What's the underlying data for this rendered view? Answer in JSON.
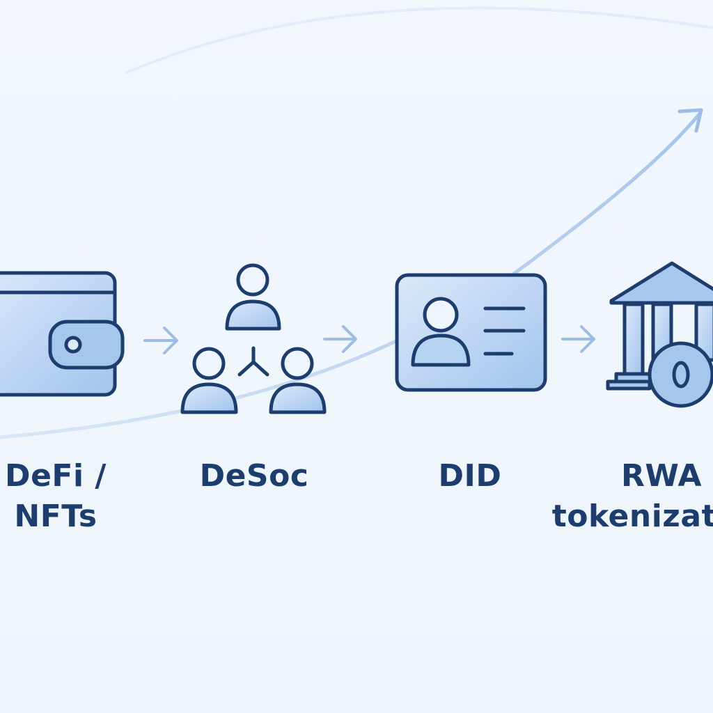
{
  "stages": [
    {
      "id": "defi",
      "lines": [
        "DeFi /",
        "NFTs"
      ],
      "icon": "wallet-icon"
    },
    {
      "id": "desoc",
      "lines": [
        "DeSoc"
      ],
      "icon": "people-network-icon"
    },
    {
      "id": "did",
      "lines": [
        "DID"
      ],
      "icon": "id-card-icon"
    },
    {
      "id": "rwa",
      "lines": [
        "RWA",
        "tokenization"
      ],
      "icon": "bank-coin-icon"
    }
  ],
  "colors": {
    "background": "#eff6fd",
    "stroke": "#1d3d6e",
    "fill": "#a9c8ef",
    "arrow": "#9dbde6",
    "trend": "#b4cdee"
  }
}
